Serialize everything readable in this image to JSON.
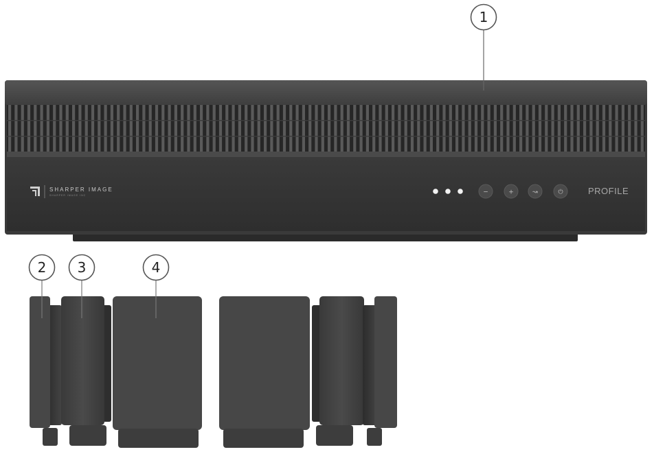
{
  "device": {
    "brand_name": "SHARPER IMAGE",
    "brand_tagline": "SHARPER IMAGE INC",
    "model_label": "PROFILE",
    "control_buttons": [
      {
        "icon": "minus-icon",
        "glyph": "−"
      },
      {
        "icon": "plus-icon",
        "glyph": "+"
      },
      {
        "icon": "mode-icon",
        "glyph": "↝"
      },
      {
        "icon": "power-icon",
        "glyph": "⏻"
      }
    ],
    "indicator_lights": 3
  },
  "callouts": [
    {
      "id": "callout-1",
      "label": "1"
    },
    {
      "id": "callout-2",
      "label": "2"
    },
    {
      "id": "callout-3",
      "label": "3"
    },
    {
      "id": "callout-4",
      "label": "4"
    }
  ],
  "colors": {
    "body": "#3b3b3b",
    "panel": "#353535",
    "grille": "#2a2a2a",
    "leg": "#444444",
    "callout_stroke": "#555555"
  }
}
